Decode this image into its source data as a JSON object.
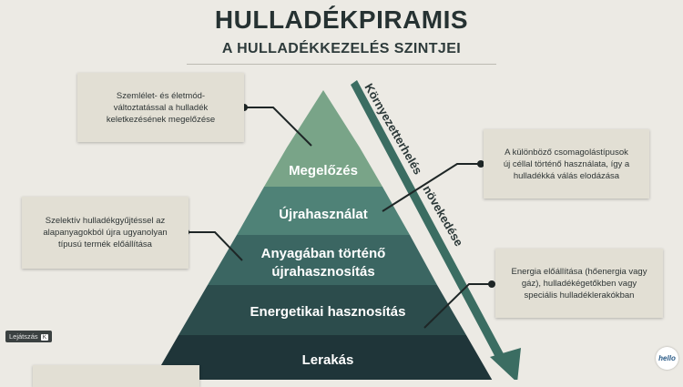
{
  "header": {
    "title": "HULLADÉKPIRAMIS",
    "subtitle": "A HULLADÉKKEZELÉS SZINTJEI"
  },
  "pyramid": {
    "levels": [
      {
        "label": "Megelőzés",
        "color": "#79a488"
      },
      {
        "label": "Újrahasználat",
        "color": "#4f8277"
      },
      {
        "label": "Anyagában történő",
        "label2": "újrahasznosítás",
        "color": "#3b6662"
      },
      {
        "label": "Energetikai hasznosítás",
        "color": "#2c4c4c"
      },
      {
        "label": "Lerakás",
        "color": "#1f3539"
      }
    ]
  },
  "arrow": {
    "label1": "Környezetterhelés",
    "label2": "növekedése",
    "color": "#3b6d62"
  },
  "callouts": {
    "prevention": "Szemlélet- és életmód-változtatással a hulladék keletkezésének megelőzése",
    "reuse": "A különböző csomagolástípusok új céllal történő használata, így a hulladékká válás elodázása",
    "recycling": "Szelektív hulladékgyűjtéssel az alapanyagokból újra ugyanolyan típusú termék előállítása",
    "energy": "Energia előállítása (hőenergia vagy gáz), hulladékégetőkben vagy speciális hulladéklerakókban"
  },
  "player": {
    "badge_label": "Lejátszás",
    "badge_key": "K",
    "logo_text": "hello"
  }
}
